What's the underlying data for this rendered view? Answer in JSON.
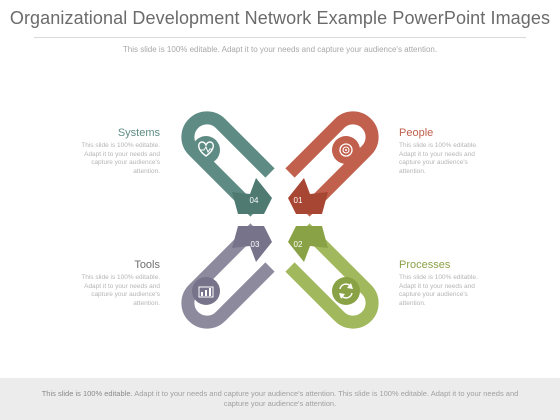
{
  "title": "Organizational Development Network Example PowerPoint Images",
  "subtitle": "This slide is 100% editable. Adapt it to your needs and capture your audience's attention.",
  "items": [
    {
      "label": "People",
      "number": "01",
      "color": "#c0604d",
      "icon": "target-icon",
      "desc": "This slide is 100% editable. Adapt it to your needs and capture your audience's attention."
    },
    {
      "label": "Processes",
      "number": "02",
      "color": "#a1b85d",
      "icon": "refresh-icon",
      "desc": "This slide is 100% editable. Adapt it to your needs and capture your audience's attention."
    },
    {
      "label": "Tools",
      "number": "03",
      "color": "#8e8a9e",
      "icon": "bar-chart-icon",
      "desc": "This slide is 100% editable. Adapt it to your needs and capture your audience's attention."
    },
    {
      "label": "Systems",
      "number": "04",
      "color": "#5e8c84",
      "icon": "heart-icon",
      "desc": "This slide is 100% editable. Adapt it to your needs and capture your audience's attention."
    }
  ],
  "footer": {
    "lead": "This slide is 100% editable.",
    "rest": "Adapt it to your needs and capture your audience's attention. This slide is 100% editable. Adapt it to your needs and capture your audience's attention."
  }
}
